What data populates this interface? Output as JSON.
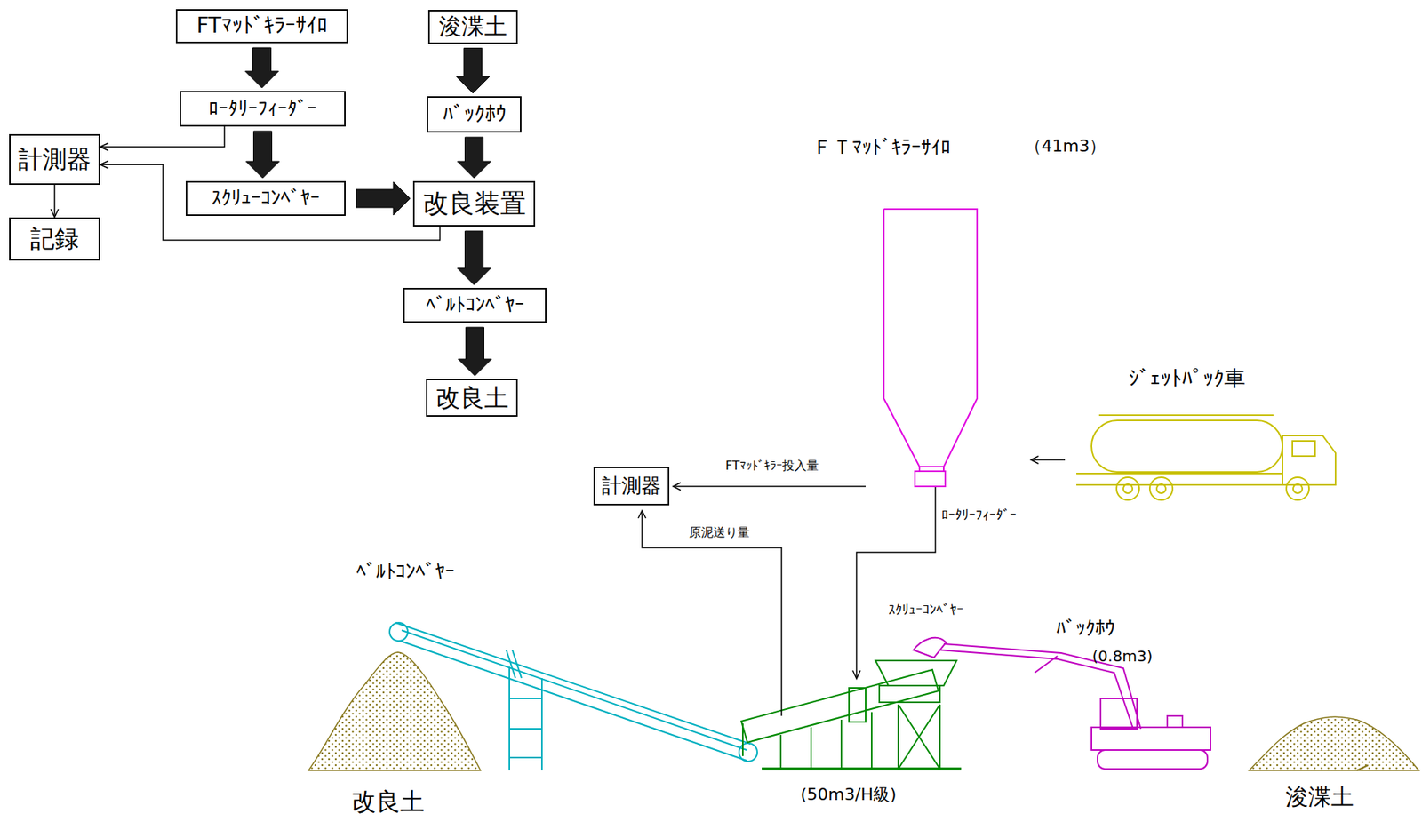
{
  "diagram": {
    "nodes": [
      {
        "text": [
          "FTﾏｯﾄﾞｷﾗｰｻｲﾛ"
        ]
      },
      {
        "text": [
          "浚渫土"
        ]
      },
      {
        "text": [
          "ﾛｰﾀﾘｰﾌｨｰﾀﾞｰ"
        ]
      },
      {
        "text": [
          "ﾊﾞｯｸﾎｳ"
        ]
      },
      {
        "text": [
          "計測器"
        ]
      },
      {
        "text": [
          "ｽｸﾘｭｰｺﾝﾍﾞﾔｰ"
        ]
      },
      {
        "text": [
          "改良装置"
        ]
      },
      {
        "text": [
          "記録"
        ]
      },
      {
        "text": [
          "ﾍﾞﾙﾄｺﾝﾍﾞﾔｰ"
        ]
      },
      {
        "text": [
          "改良土"
        ]
      },
      {
        "text": [
          "計測器"
        ]
      }
    ],
    "edges": [
      {
        "from": 0,
        "to": 2,
        "arrow": "to"
      },
      {
        "from": 2,
        "to": 5,
        "arrow": "to"
      },
      {
        "from": 5,
        "to": 6,
        "arrow": "to"
      },
      {
        "from": 1,
        "to": 3,
        "arrow": "to"
      },
      {
        "from": 3,
        "to": 6,
        "arrow": "to"
      },
      {
        "from": 6,
        "to": 8,
        "arrow": "to"
      },
      {
        "from": 8,
        "to": 9,
        "arrow": "to"
      },
      {
        "from": 2,
        "to": 4,
        "arrow": "to"
      },
      {
        "from": 6,
        "to": 4,
        "arrow": "to"
      },
      {
        "from": 4,
        "to": 7,
        "arrow": "to"
      }
    ],
    "labels": [
      "ＦＴﾏｯﾄﾞｷﾗｰｻｲﾛ",
      "（41m3）",
      "ｼﾞｪｯﾄﾊﾟｯｸ車",
      "FTﾏｯﾄﾞｷﾗｰ投入量",
      "原泥送り量",
      "ﾛｰﾀﾘｰﾌｨｰﾀﾞｰ",
      "ﾍﾞﾙﾄｺﾝﾍﾞﾔｰ",
      "ｽｸﾘｭｰｺﾝﾍﾞﾔｰ",
      "ﾊﾞｯｸﾎｳ",
      "(0.8m3)",
      "改良土",
      "(50m3/H級)",
      "浚渫土"
    ]
  }
}
